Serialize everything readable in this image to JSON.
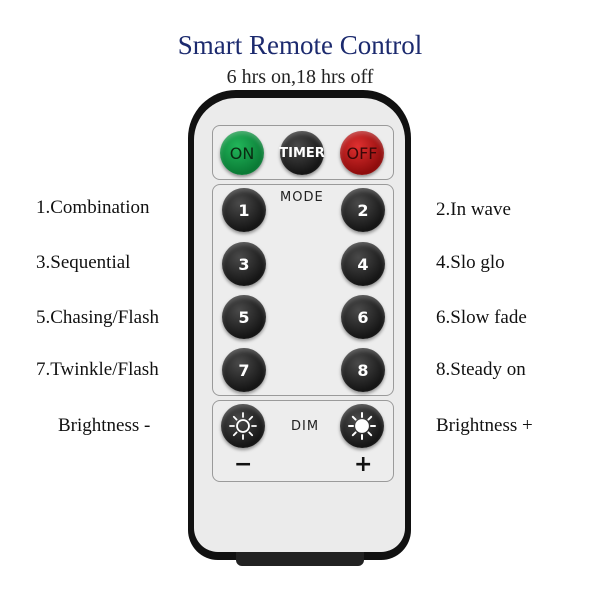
{
  "header": {
    "title": "Smart Remote Control",
    "subtitle": "6 hrs on,18 hrs off"
  },
  "remote": {
    "top_buttons": {
      "on": "ON",
      "timer": "TIMER",
      "off": "OFF"
    },
    "mode_label": "MODE",
    "mode_buttons": [
      "1",
      "2",
      "3",
      "4",
      "5",
      "6",
      "7",
      "8"
    ],
    "dim_label": "DIM",
    "minus_sign": "−",
    "plus_sign": "+"
  },
  "labels": {
    "left": [
      "1.Combination",
      "3.Sequential",
      "5.Chasing/Flash",
      "7.Twinkle/Flash",
      "Brightness -"
    ],
    "right": [
      "2.In wave",
      "4.Slo glo",
      "6.Slow fade",
      "8.Steady on",
      "Brightness +"
    ]
  },
  "colors": {
    "title": "#1c2a6e",
    "on_button": "#0a7a35",
    "off_button": "#8e0c0c",
    "remote_body": "#111111",
    "remote_face": "#ebebeb"
  },
  "icons": {
    "dim_down": "sun-icon",
    "dim_up": "sun-icon"
  }
}
